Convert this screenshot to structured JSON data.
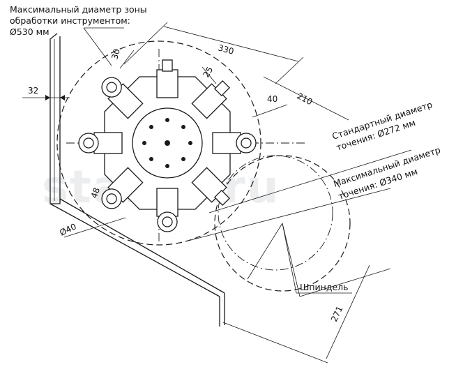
{
  "labels": {
    "max_zone_line1": "Максимальный диаметр зоны",
    "max_zone_line2": "обработки инструментом:",
    "max_zone_line3": "Ø530 мм",
    "std_diam_line1": "Стандартный диаметр",
    "std_diam_line2": "точения: Ø272 мм",
    "max_diam_line1": "Максимальный диаметр",
    "max_diam_line2": "точения: Ø340 мм",
    "spindle": "Шпиндель"
  },
  "dimensions": {
    "d330": "330",
    "d30": "30",
    "d25": "25",
    "d40": "40",
    "d210": "210",
    "d32": "32",
    "d48": "48",
    "d_phi40": "Ø40",
    "d271": "271"
  },
  "watermark": "stanki.ru"
}
